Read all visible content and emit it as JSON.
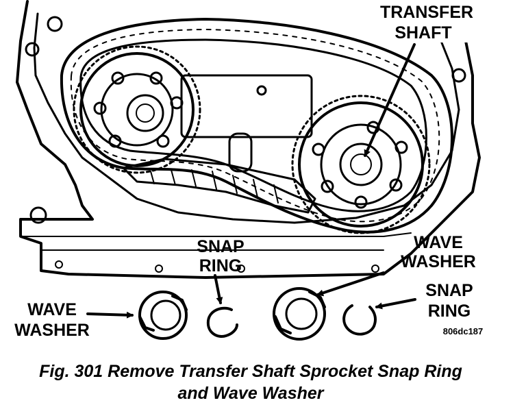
{
  "labels": {
    "transfer_shaft": [
      "TRANSFER",
      "SHAFT"
    ],
    "snap_ring_center": [
      "SNAP",
      "RING"
    ],
    "wave_washer_right": [
      "WAVE",
      "WASHER"
    ],
    "wave_washer_left": [
      "WAVE",
      "WASHER"
    ],
    "snap_ring_right": [
      "SNAP",
      "RING"
    ]
  },
  "figure_code": "806dc187",
  "caption": {
    "line1": "Fig. 301 Remove Transfer Shaft Sprocket Snap Ring",
    "line2": "and Wave Washer"
  }
}
